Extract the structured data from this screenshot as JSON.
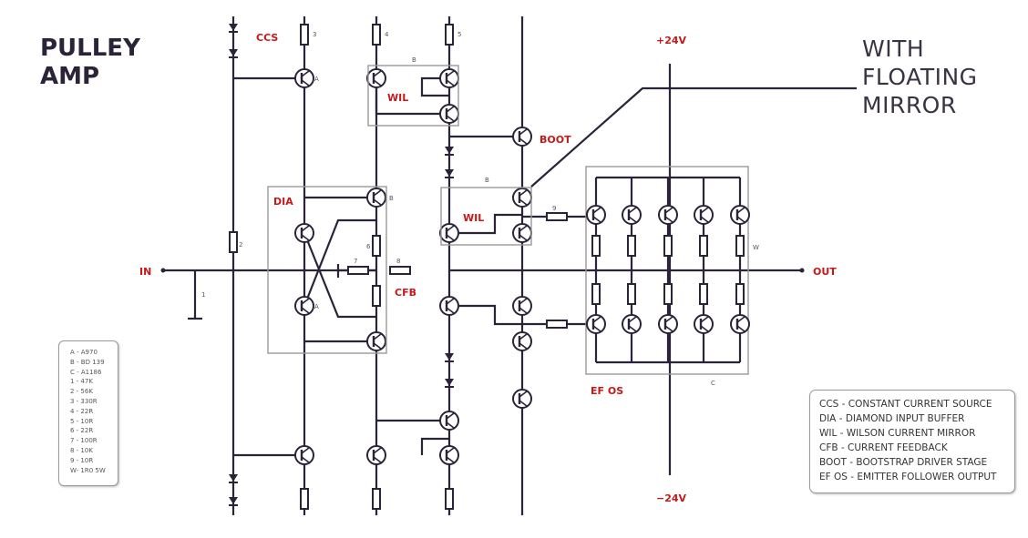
{
  "titles": {
    "left": "PULLEY\nAMP",
    "right": "WITH\nFLOATING\nMIRROR"
  },
  "labels": {
    "ccs": "CCS",
    "dia": "DIA",
    "wil_top": "WIL",
    "wil_mid": "WIL",
    "boot": "BOOT",
    "cfb": "CFB",
    "efos": "EF OS",
    "in": "IN",
    "out": "OUT",
    "pos_rail": "+24V",
    "neg_rail": "−24V"
  },
  "component_labels": {
    "r_ccs_top": "3",
    "r_wil_left": "4",
    "r_wil_right": "5",
    "r_input_bias": "2",
    "r_input_gnd": "1",
    "r_dia_6": "6",
    "r_7": "7",
    "r_8": "8",
    "r_9": "9",
    "r_w": "W",
    "t_a_top": "A",
    "t_b_dia": "B",
    "t_a_dia": "A",
    "box_b_top": "B",
    "box_b_mid": "B",
    "box_c": "C"
  },
  "parts_legend": [
    "A - A970",
    "B - BD 139",
    "C - A1186",
    "1 - 47K",
    "2 - 56K",
    "3 - 330R",
    "4 - 22R",
    "5 - 10R",
    "6 - 22R",
    "7 - 100R",
    "8 - 10K",
    "9 - 10R",
    "W- 1R0 5W"
  ],
  "abbr_legend": [
    "CCS - CONSTANT CURRENT SOURCE",
    "DIA - DIAMOND INPUT BUFFER",
    "WIL - WILSON CURRENT MIRROR",
    "CFB - CURRENT FEEDBACK",
    "BOOT - BOOTSTRAP DRIVER STAGE",
    "EF OS - EMITTER FOLLOWER OUTPUT"
  ],
  "colors": {
    "wire": "#2b2338",
    "label": "#c81818",
    "box": "#999999"
  }
}
